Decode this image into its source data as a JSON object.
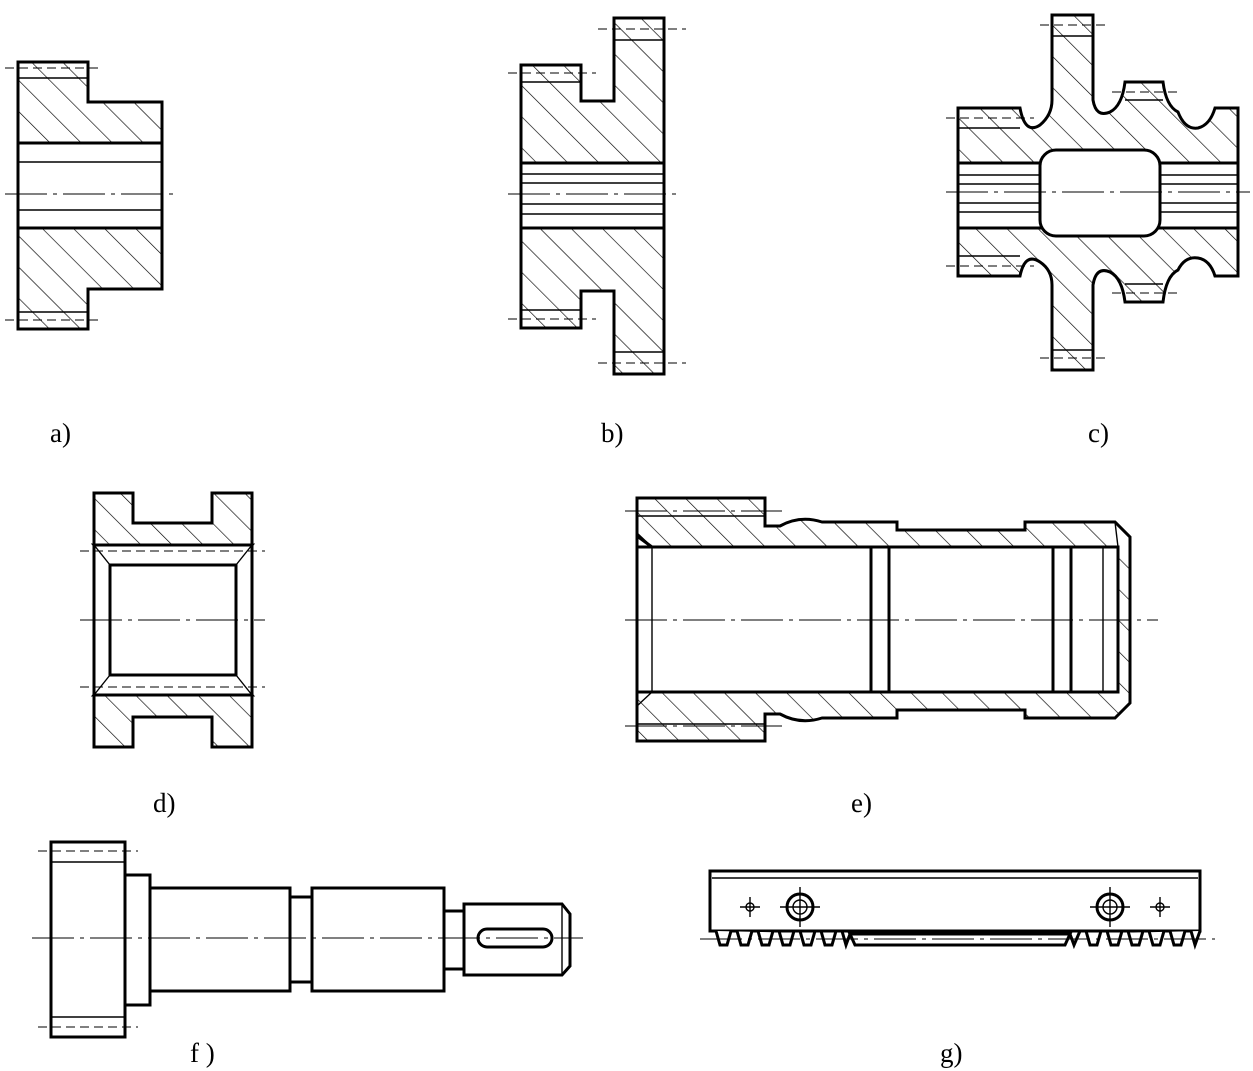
{
  "figure": {
    "labels": {
      "a": "a)",
      "b": "b)",
      "c": "c)",
      "d": "d)",
      "e": "e)",
      "f": "f )",
      "g": "g)"
    }
  }
}
